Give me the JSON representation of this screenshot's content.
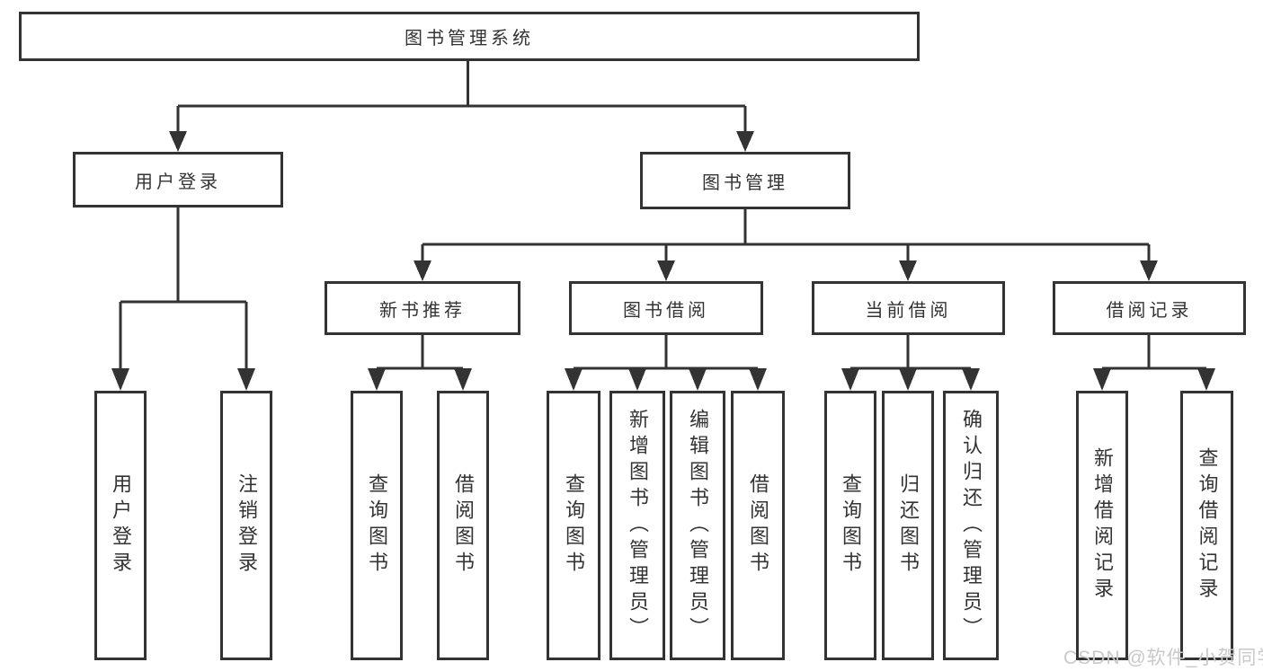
{
  "diagram": {
    "root": "图书管理系统",
    "branches": [
      {
        "label": "用户登录",
        "children": [
          "用户登录",
          "注销登录"
        ]
      },
      {
        "label": "图书管理",
        "children": [
          {
            "label": "新书推荐",
            "children": [
              "查询图书",
              "借阅图书"
            ]
          },
          {
            "label": "图书借阅",
            "children": [
              "查询图书",
              "新增图书（管理员）",
              "编辑图书（管理员）",
              "借阅图书"
            ]
          },
          {
            "label": "当前借阅",
            "children": [
              "查询图书",
              "归还图书",
              "确认归还（管理员）"
            ]
          },
          {
            "label": "借阅记录",
            "children": [
              "新增借阅记录",
              "查询借阅记录"
            ]
          }
        ]
      }
    ]
  },
  "watermark": "CSDN @软件_小贺同学",
  "colors": {
    "line": "#333333",
    "box_border": "#333333",
    "text": "#333333",
    "watermark": "#c9c9c9",
    "background": "#ffffff"
  }
}
